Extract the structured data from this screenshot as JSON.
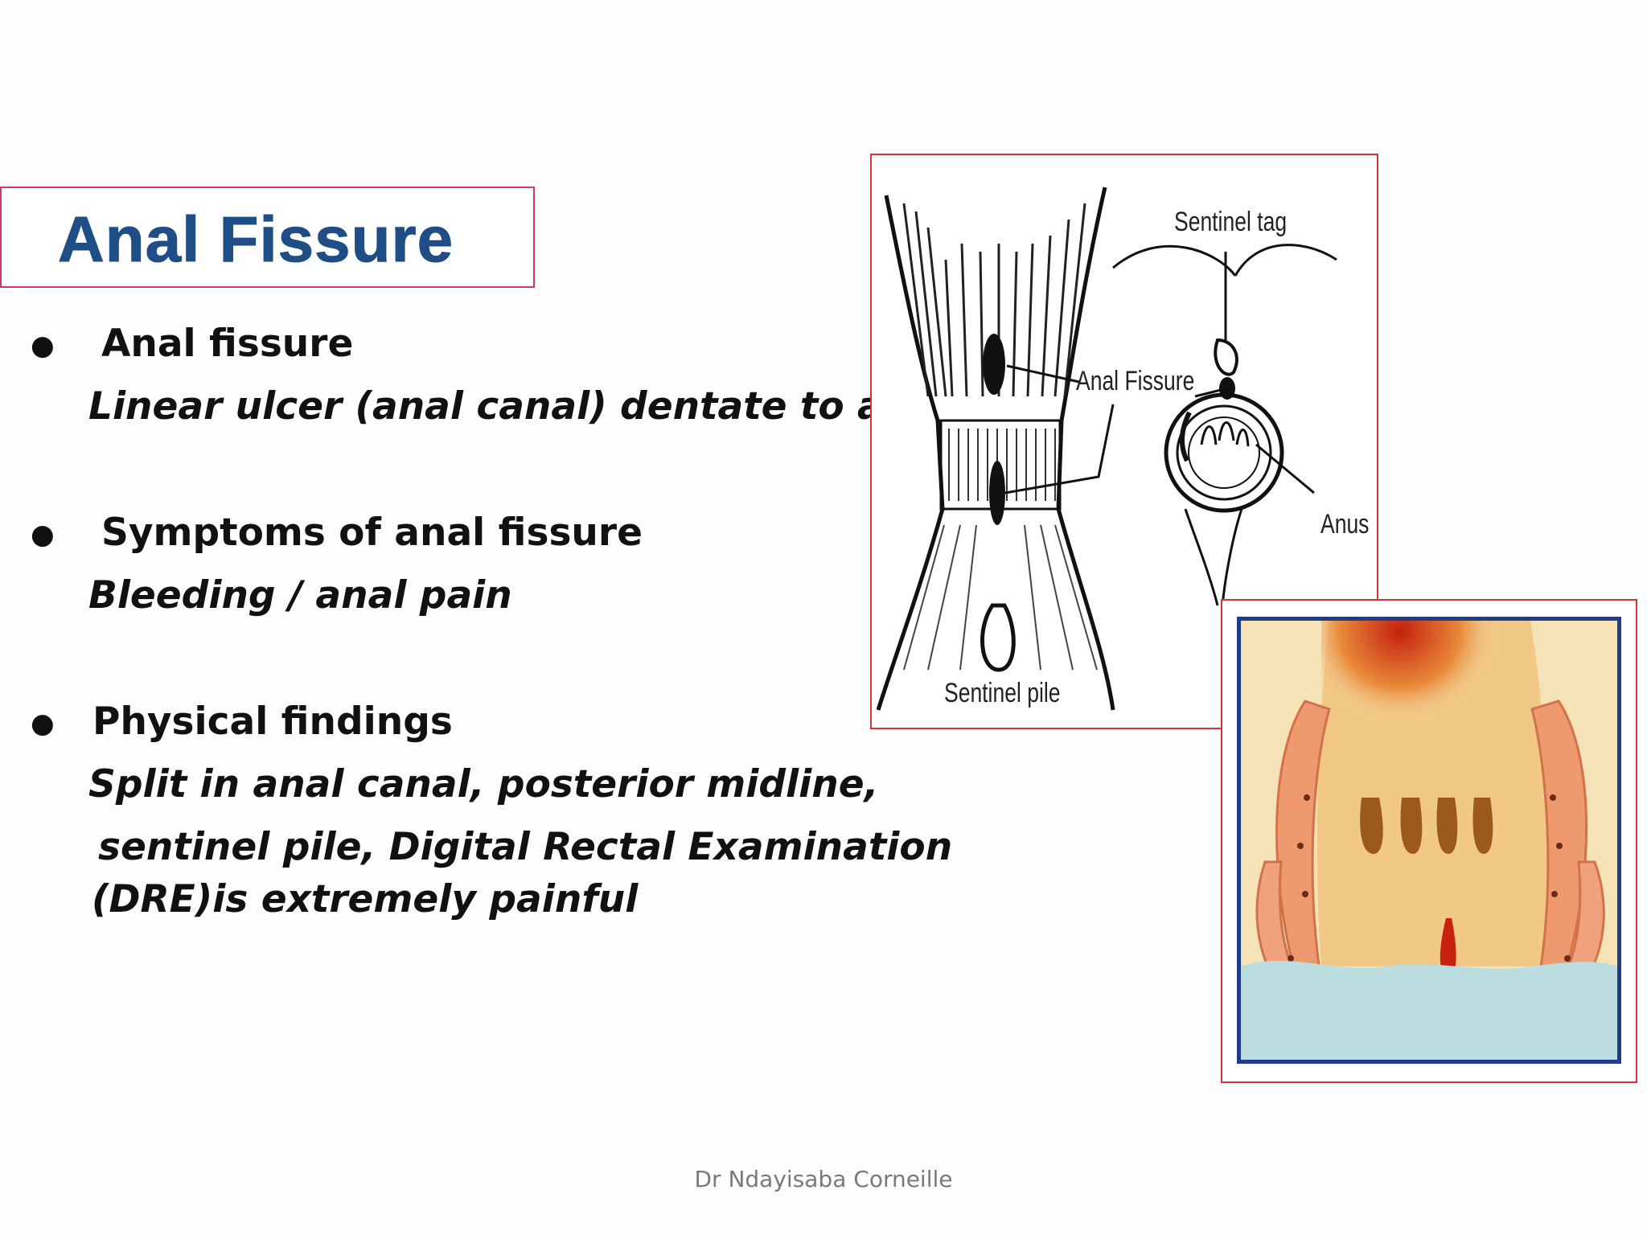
{
  "title": "Anal Fissure",
  "bullets": [
    {
      "heading": "Anal fissure",
      "detail": [
        "Linear ulcer (anal canal) dentate to anus"
      ]
    },
    {
      "heading": "Symptoms of anal fissure",
      "detail": [
        "Bleeding / anal pain"
      ]
    },
    {
      "heading": "Physical findings",
      "detail": [
        "Split in anal canal, posterior midline,",
        "sentinel pile, Digital Rectal Examination",
        "(DRE)is extremely painful"
      ]
    }
  ],
  "diagram": {
    "labels": {
      "sentinel_tag": "Sentinel tag",
      "anal_fissure": "Anal Fissure",
      "anus": "Anus",
      "sentinel_pile": "Sentinel pile"
    }
  },
  "footer": "Dr Ndayisaba Corneille",
  "colors": {
    "title": "#1f4e86",
    "frame_border": "#d6343a",
    "title_border": "#d23a5a"
  }
}
